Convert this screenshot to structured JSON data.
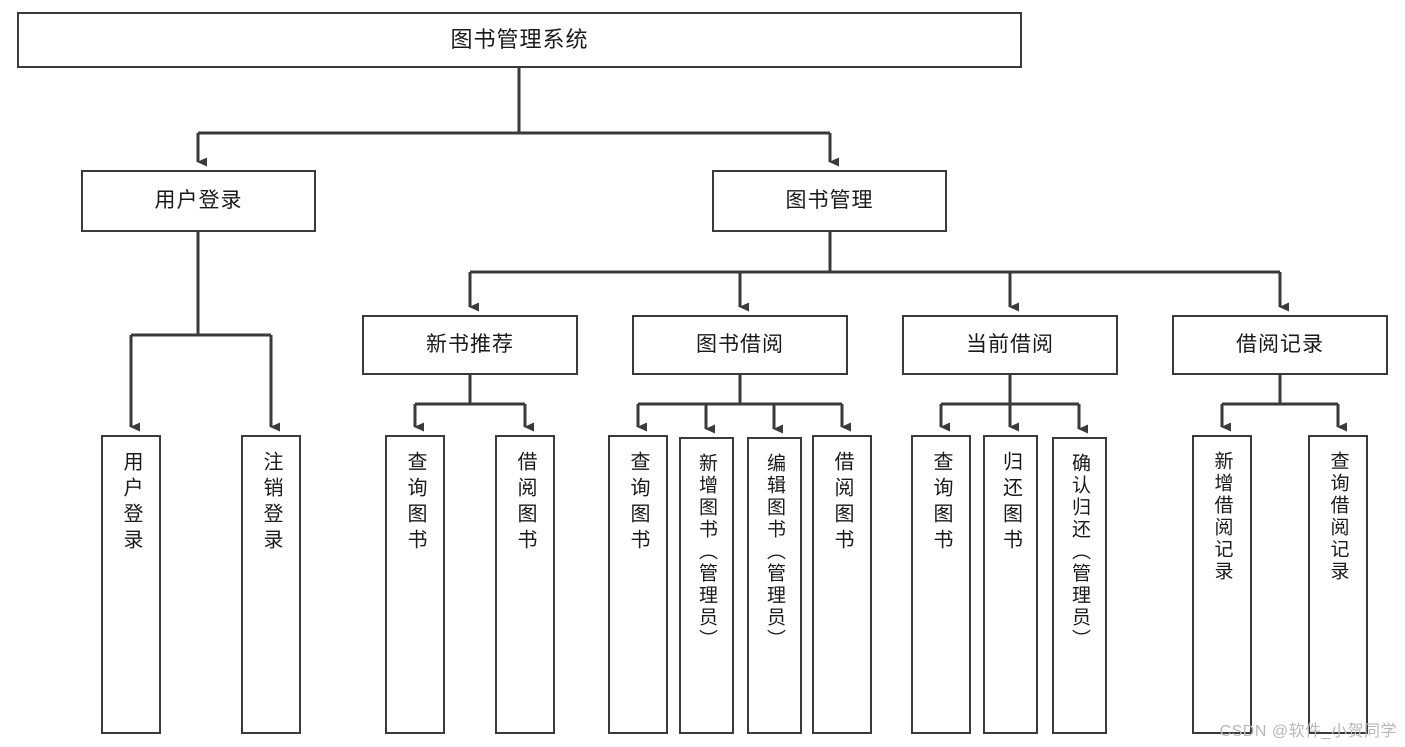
{
  "diagram": {
    "title_node": {
      "label": "图书管理系统"
    },
    "level2": [
      {
        "id": "user-login",
        "label": "用户登录"
      },
      {
        "id": "book-management",
        "label": "图书管理"
      }
    ],
    "level3": [
      {
        "id": "new-book-recommend",
        "label": "新书推荐"
      },
      {
        "id": "book-borrow",
        "label": "图书借阅"
      },
      {
        "id": "current-borrow",
        "label": "当前借阅"
      },
      {
        "id": "borrow-record",
        "label": "借阅记录"
      }
    ],
    "leaves": {
      "user_login": [
        {
          "id": "leaf-user-login",
          "label": "用户登录"
        },
        {
          "id": "leaf-logout-login",
          "label": "注销登录"
        }
      ],
      "new_book_recommend": [
        {
          "id": "leaf-query-book-1",
          "label": "查询图书"
        },
        {
          "id": "leaf-borrow-book-1",
          "label": "借阅图书"
        }
      ],
      "book_borrow": [
        {
          "id": "leaf-query-book-2",
          "label": "查询图书"
        },
        {
          "id": "leaf-add-book",
          "label": "新增图书（管理员）"
        },
        {
          "id": "leaf-edit-book",
          "label": "编辑图书（管理员）"
        },
        {
          "id": "leaf-borrow-book-2",
          "label": "借阅图书"
        }
      ],
      "current_borrow": [
        {
          "id": "leaf-query-book-3",
          "label": "查询图书"
        },
        {
          "id": "leaf-return-book",
          "label": "归还图书"
        },
        {
          "id": "leaf-confirm-return",
          "label": "确认归还（管理员）"
        }
      ],
      "borrow_record": [
        {
          "id": "leaf-add-record",
          "label": "新增借阅记录"
        },
        {
          "id": "leaf-query-record",
          "label": "查询借阅记录"
        }
      ]
    }
  },
  "watermark": {
    "text": "CSDN @软件_小贺同学"
  },
  "colors": {
    "border": "#3a3a3a",
    "background": "#ffffff",
    "text": "#1a1a1a",
    "watermark": "#b8b8b8"
  }
}
